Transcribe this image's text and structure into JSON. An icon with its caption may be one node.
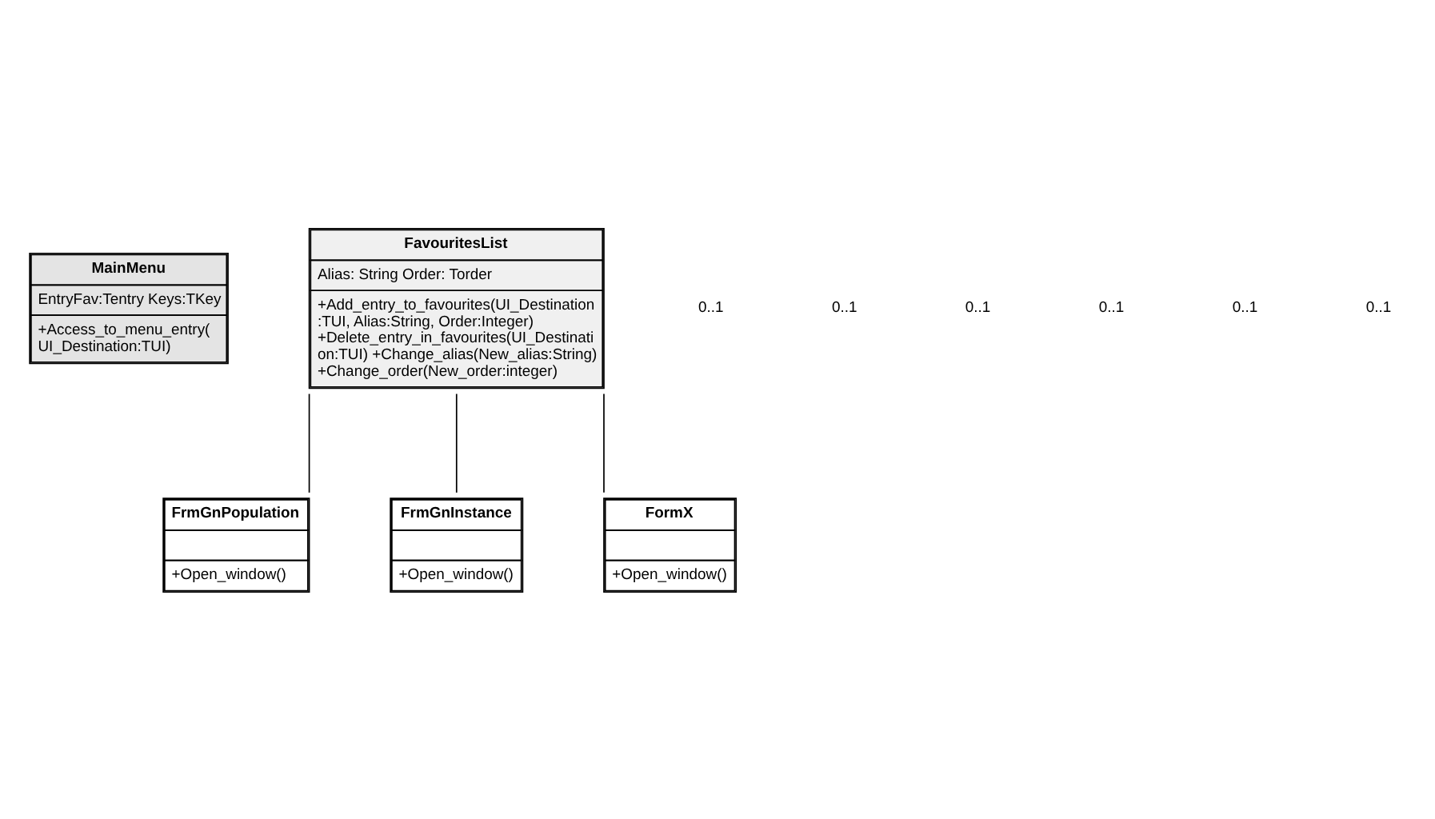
{
  "diagram": {
    "nodes": [
      {
        "text": [
          "MainMenu",
          "EntryFav:Tentry Keys:TKey",
          "+Access_to_menu_entry( UI_Destination:TUI)"
        ]
      },
      {
        "text": [
          "FavouritesList",
          "Alias: String Order: Torder",
          "+Add_entry_to_favourites(UI_Destination :TUI, Alias:String, Order:Integer) +Delete_entry_in_favourites(UI_Destinati on:TUI) +Change_alias(New_alias:String) +Change_order(New_order:integer)"
        ]
      },
      {
        "text": [
          "FrmGnPopulation",
          "+Open_window()"
        ]
      },
      {
        "text": [
          "FrmGnInstance",
          "+Open_window()"
        ]
      },
      {
        "text": [
          "FormX",
          "+Open_window()"
        ]
      }
    ],
    "edges": [
      {
        "from": 1,
        "to": 2,
        "arrow": "none"
      },
      {
        "from": 1,
        "to": 3,
        "arrow": "none"
      },
      {
        "from": 1,
        "to": 4,
        "arrow": "none"
      }
    ],
    "labels": [
      "0..1",
      "0..1",
      "0..1",
      "0..1",
      "0..1",
      "0..1"
    ]
  }
}
